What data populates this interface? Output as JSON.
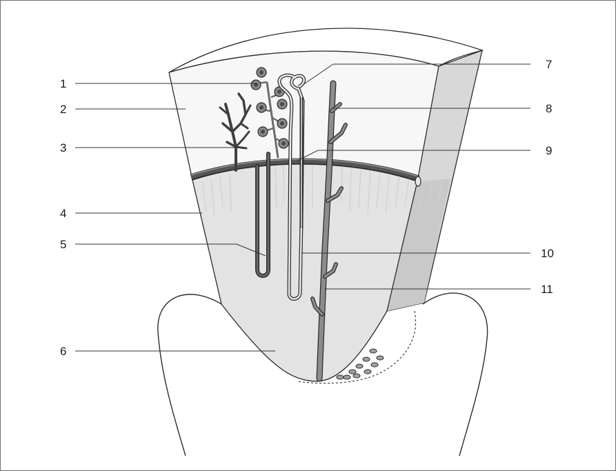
{
  "diagram": {
    "labels": {
      "l1": "1",
      "l2": "2",
      "l3": "3",
      "l4": "4",
      "l5": "5",
      "l6": "6",
      "l7": "7",
      "l8": "8",
      "l9": "9",
      "l10": "10",
      "l11": "11"
    }
  },
  "colors": {
    "outline": "#2b2b2b",
    "tissue_light": "#f7f7f7",
    "medulla": "#e3e3e3",
    "side_face": "#d8d8d8",
    "vessel_dark": "#4a4a4a",
    "vessel_mid": "#8c8c8c",
    "arcuate_band": "#555555"
  }
}
